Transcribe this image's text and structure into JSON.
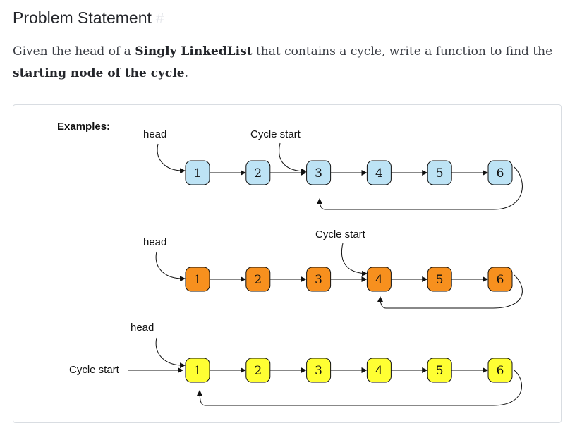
{
  "heading": {
    "title": "Problem Statement",
    "anchor": "#"
  },
  "problem": {
    "text_1": "Given the head of a ",
    "bold_1": "Singly LinkedList",
    "text_2": " that contains a cycle, write a function to find the ",
    "bold_2": "starting node of the cycle",
    "text_3": "."
  },
  "diagram": {
    "title": "Examples:",
    "examples": [
      {
        "nodes": [
          "1",
          "2",
          "3",
          "4",
          "5",
          "6"
        ],
        "head_label": "head",
        "cycle_label": "Cycle start",
        "cycle_start_index": 2,
        "fill": "#bde3f5"
      },
      {
        "nodes": [
          "1",
          "2",
          "3",
          "4",
          "5",
          "6"
        ],
        "head_label": "head",
        "cycle_label": "Cycle start",
        "cycle_start_index": 3,
        "fill": "#f7901e"
      },
      {
        "nodes": [
          "1",
          "2",
          "3",
          "4",
          "5",
          "6"
        ],
        "head_label": "head",
        "cycle_label": "Cycle start",
        "cycle_start_index": 0,
        "fill": "#ffff33"
      }
    ]
  }
}
